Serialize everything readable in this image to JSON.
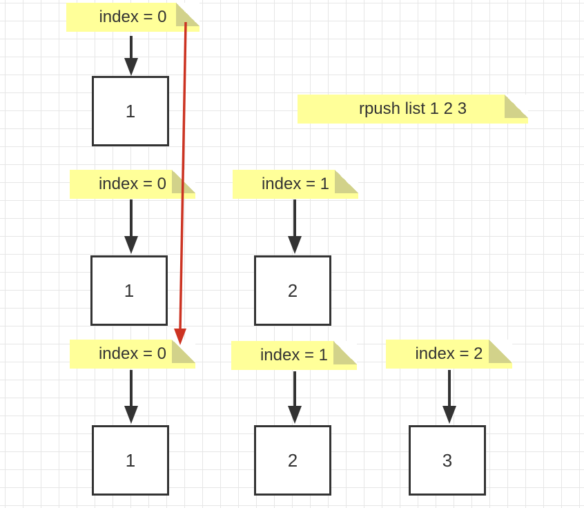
{
  "command_note": {
    "text": "rpush list 1 2 3"
  },
  "rows": [
    {
      "nodes": [
        {
          "index_label": "index = 0",
          "value": "1"
        }
      ]
    },
    {
      "nodes": [
        {
          "index_label": "index = 0",
          "value": "1"
        },
        {
          "index_label": "index = 1",
          "value": "2"
        }
      ]
    },
    {
      "nodes": [
        {
          "index_label": "index = 0",
          "value": "1"
        },
        {
          "index_label": "index = 1",
          "value": "2"
        },
        {
          "index_label": "index = 2",
          "value": "3"
        }
      ]
    }
  ],
  "colors": {
    "note_fill": "#ffff99",
    "note_fold": "#d2d28a",
    "stroke": "#333333",
    "highlight_arrow": "#cc3322",
    "grid": "#e6e6e6"
  }
}
